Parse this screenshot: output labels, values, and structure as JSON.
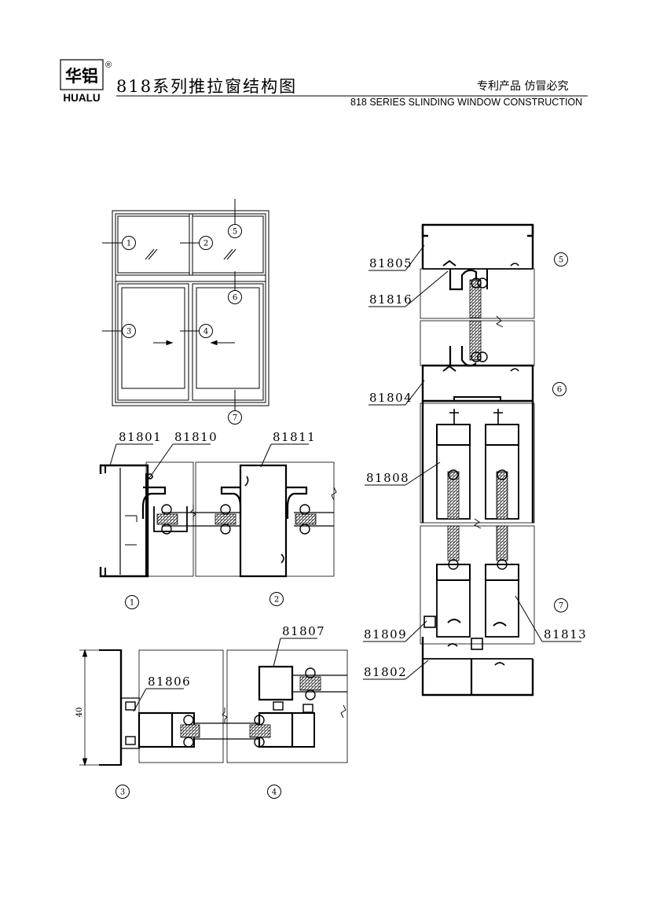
{
  "header": {
    "logo_cn": "华铝",
    "logo_en": "HUALU",
    "registered_mark": "®",
    "title_cn": "818系列推拉窗结构图",
    "slogan": "专利产品  仿冒必究",
    "title_en": "818 SERIES SLINDING WINDOW CONSTRUCTION"
  },
  "elevation": {
    "callouts": [
      "1",
      "2",
      "3",
      "4",
      "5",
      "6",
      "7"
    ]
  },
  "section_12": {
    "parts": [
      "81801",
      "81810",
      "81811"
    ],
    "markers": [
      "1",
      "2"
    ]
  },
  "section_34": {
    "parts": [
      "81807",
      "81806"
    ],
    "dimension": "40",
    "markers": [
      "3",
      "4"
    ]
  },
  "vertical_section": {
    "parts": [
      "81805",
      "81816",
      "81804",
      "81808",
      "81809",
      "81802",
      "81813"
    ],
    "markers": [
      "5",
      "6",
      "7"
    ]
  },
  "colors": {
    "ink": "#000000",
    "paper": "#ffffff"
  }
}
